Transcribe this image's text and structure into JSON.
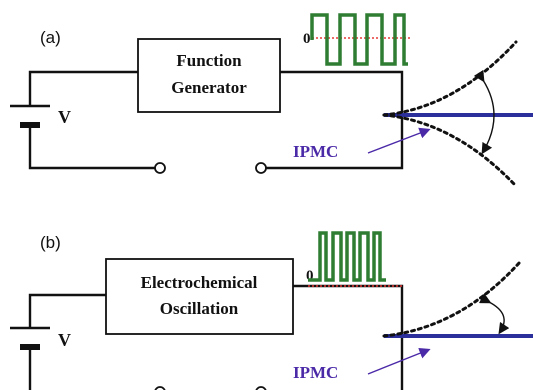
{
  "panel_a": {
    "label": "(a)",
    "box_line1": "Function",
    "box_line2": "Generator",
    "battery_label": "V",
    "zero_label": "0",
    "ipmc_label": "IPMC"
  },
  "panel_b": {
    "label": "(b)",
    "box_line1": "Electrochemical",
    "box_line2": "Oscillation",
    "battery_label": "V",
    "zero_label": "0",
    "ipmc_label": "IPMC"
  },
  "colors": {
    "wire": "#111111",
    "square_wave": "#2e7d32",
    "baseline_dotted": "#e53935",
    "ipmc_strip": "#2b2f9b",
    "ipmc_text": "#4b2aa8"
  }
}
